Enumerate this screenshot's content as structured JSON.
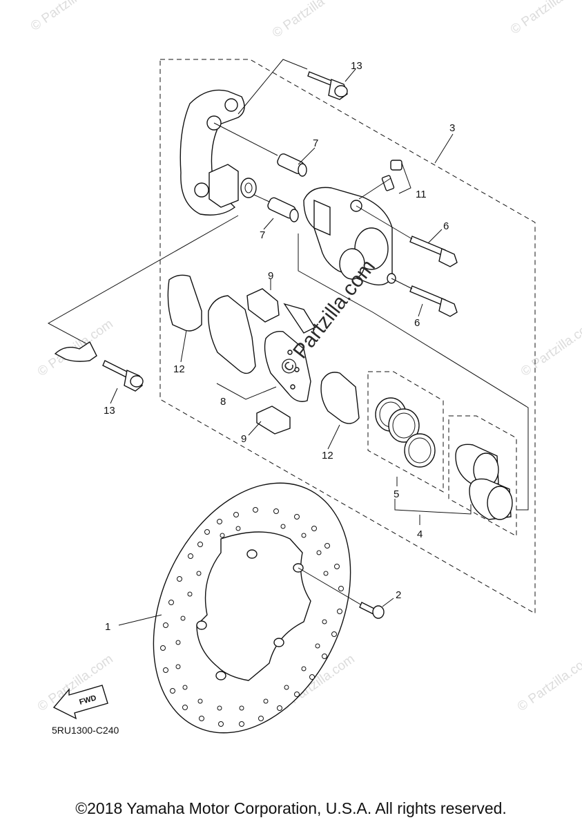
{
  "diagram": {
    "callouts": {
      "c1": "1",
      "c2": "2",
      "c3": "3",
      "c4": "4",
      "c5": "5",
      "c6a": "6",
      "c6b": "6",
      "c7a": "7",
      "c7b": "7",
      "c8": "8",
      "c9a": "9",
      "c9b": "9",
      "c11": "11",
      "c12a": "12",
      "c12b": "12",
      "c13a": "13",
      "c13b": "13"
    },
    "figure_code": "5RU1300-C240",
    "fwd_label": "FWD",
    "watermark": "© Partzilla",
    "watermark_center": "© Partzilla.com",
    "watermark_small": "© Partzilla.com"
  },
  "footer": {
    "copyright": "©2018 Yamaha Motor Corporation, U.S.A. All rights reserved."
  }
}
